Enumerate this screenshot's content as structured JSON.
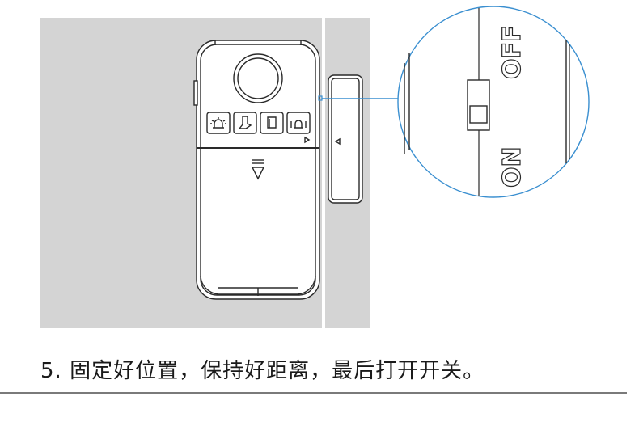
{
  "illustration": {
    "title": "Door/window alarm installation step 5",
    "switch_labels": {
      "off": "OFF",
      "on": "ON"
    },
    "main_unit_icons": [
      "alarm-light-icon",
      "boot-chime-icon",
      "door-icon",
      "bell-vibrate-icon"
    ],
    "colors": {
      "wall": "#d4d4d4",
      "callout_line": "#3a8fd0",
      "outline": "#2a2a2a"
    }
  },
  "caption": {
    "text": "5. 固定好位置，保持好距离，最后打开开关。"
  }
}
